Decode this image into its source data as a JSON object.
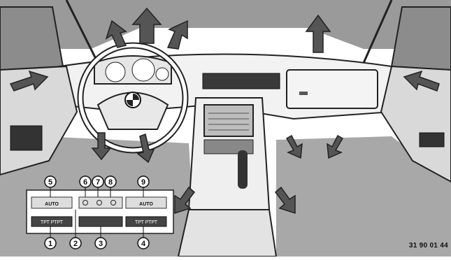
{
  "diagram": {
    "reference_code": "31 90 01 44",
    "callouts": [
      {
        "id": "1",
        "label": "1"
      },
      {
        "id": "2",
        "label": "2"
      },
      {
        "id": "3",
        "label": "3"
      },
      {
        "id": "4",
        "label": "4"
      },
      {
        "id": "5",
        "label": "5"
      },
      {
        "id": "6",
        "label": "6"
      },
      {
        "id": "7",
        "label": "7"
      },
      {
        "id": "8",
        "label": "8"
      },
      {
        "id": "9",
        "label": "9"
      }
    ],
    "control_panel": {
      "left_zone_auto": "AUTO",
      "right_zone_auto": "AUTO",
      "left_temp_readout": "ТРТ РТРТ",
      "right_temp_readout": "ТРТ РТРТ"
    }
  }
}
